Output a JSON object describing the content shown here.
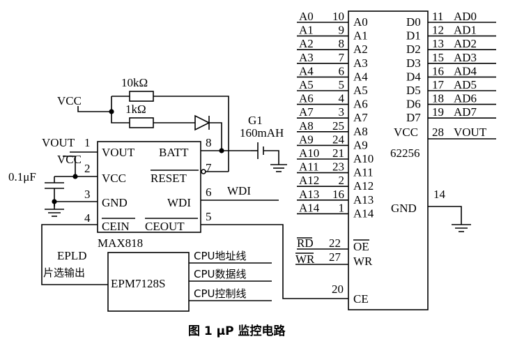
{
  "caption": "图 1   μP 监控电路",
  "max818": {
    "name": "MAX818",
    "left_pins": [
      {
        "num": "1",
        "label": "VOUT"
      },
      {
        "num": "2",
        "label": "VCC"
      },
      {
        "num": "3",
        "label": "GND"
      },
      {
        "num": "4",
        "label": "CEIN"
      }
    ],
    "right_pins": [
      {
        "num": "8",
        "label": "BATT"
      },
      {
        "num": "7",
        "label": "RESET"
      },
      {
        "num": "6",
        "label": "WDI"
      },
      {
        "num": "5",
        "label": "CEOUT"
      }
    ]
  },
  "ram": {
    "name": "62256",
    "addr_pins": [
      {
        "num": "10",
        "label": "A0"
      },
      {
        "num": "9",
        "label": "A1"
      },
      {
        "num": "8",
        "label": "A2"
      },
      {
        "num": "7",
        "label": "A3"
      },
      {
        "num": "6",
        "label": "A4"
      },
      {
        "num": "5",
        "label": "A5"
      },
      {
        "num": "4",
        "label": "A6"
      },
      {
        "num": "3",
        "label": "A7"
      },
      {
        "num": "25",
        "label": "A8"
      },
      {
        "num": "24",
        "label": "A9"
      },
      {
        "num": "21",
        "label": "A10"
      },
      {
        "num": "23",
        "label": "A11"
      },
      {
        "num": "2",
        "label": "A12"
      },
      {
        "num": "16",
        "label": "A13"
      },
      {
        "num": "1",
        "label": "A14"
      }
    ],
    "data_pins": [
      {
        "num": "11",
        "label": "D0",
        "net": "AD0"
      },
      {
        "num": "12",
        "label": "D1",
        "net": "AD1"
      },
      {
        "num": "13",
        "label": "D2",
        "net": "AD2"
      },
      {
        "num": "15",
        "label": "D3",
        "net": "AD3"
      },
      {
        "num": "16",
        "label": "D4",
        "net": "AD4"
      },
      {
        "num": "17",
        "label": "D5",
        "net": "AD5"
      },
      {
        "num": "18",
        "label": "D6",
        "net": "AD6"
      },
      {
        "num": "19",
        "label": "D7",
        "net": "AD7"
      }
    ],
    "vcc_pin": {
      "num": "28",
      "label": "VCC",
      "net": "VOUT"
    },
    "gnd_pin": {
      "num": "14",
      "label": "GND"
    },
    "oe_pin": {
      "num": "22",
      "label": "OE",
      "net": "RD"
    },
    "wr_pin": {
      "num": "27",
      "label": "WR",
      "net": "WR"
    },
    "ce_pin": {
      "num": "20",
      "label": "CE"
    }
  },
  "vout_net": {
    "label": "VOUT",
    "pin": "1"
  },
  "vcc_label": "VCC",
  "vcc_pin_label": "VCC",
  "capacitor": "0.1μF",
  "resistor1": "10kΩ",
  "resistor2": "1kΩ",
  "battery_name": "G1",
  "battery_value": "160mAH",
  "wdi_net": "WDI",
  "epld": {
    "label1": "EPLD",
    "label2": "片选输出",
    "chip": "EPM7128S",
    "lines": [
      "CPU地址线",
      "CPU数据线",
      "CPU控制线"
    ]
  }
}
